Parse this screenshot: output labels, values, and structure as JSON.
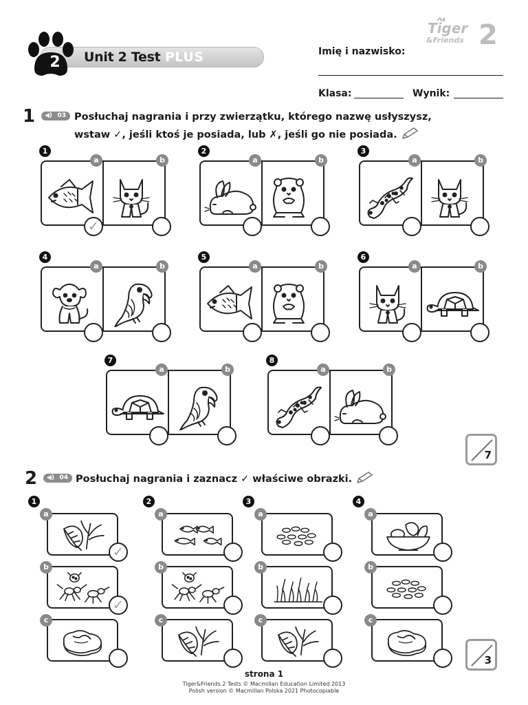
{
  "header": {
    "unit_badge_number": "2",
    "unit_title": "Unit 2 Test",
    "unit_suffix": "PLUS",
    "logo_text_1": "Tiger",
    "logo_text_2": "& Friends",
    "logo_number": "2",
    "name_label": "Imię i nazwisko:",
    "class_label": "Klasa:",
    "score_label": "Wynik:"
  },
  "exercise1": {
    "number": "1",
    "audio_track": "03",
    "instruction_line1": "Posłuchaj nagrania i przy zwierzątku, którego nazwę usłyszysz,",
    "instruction_line2": "wstaw ✓, jeśli ktoś je posiada, lub ✗, jeśli go nie posiada.",
    "option_a": "a",
    "option_b": "b",
    "items": [
      {
        "num": "1",
        "a_icon": "fish-icon",
        "b_icon": "cat-icon",
        "a_mark": "✓",
        "b_mark": ""
      },
      {
        "num": "2",
        "a_icon": "rabbit-icon",
        "b_icon": "hamster-icon",
        "a_mark": "",
        "b_mark": ""
      },
      {
        "num": "3",
        "a_icon": "lizard-icon",
        "b_icon": "cat-icon",
        "a_mark": "",
        "b_mark": ""
      },
      {
        "num": "4",
        "a_icon": "dog-icon",
        "b_icon": "parrot-icon",
        "a_mark": "",
        "b_mark": ""
      },
      {
        "num": "5",
        "a_icon": "fish-icon",
        "b_icon": "hamster-icon",
        "a_mark": "",
        "b_mark": ""
      },
      {
        "num": "6",
        "a_icon": "cat-icon",
        "b_icon": "tortoise-icon",
        "a_mark": "",
        "b_mark": ""
      },
      {
        "num": "7",
        "a_icon": "tortoise-icon",
        "b_icon": "parrot-icon",
        "a_mark": "",
        "b_mark": ""
      },
      {
        "num": "8",
        "a_icon": "lizard-icon",
        "b_icon": "rabbit-icon",
        "a_mark": "",
        "b_mark": ""
      }
    ],
    "max_score": "7"
  },
  "exercise2": {
    "number": "2",
    "audio_track": "04",
    "instruction": "Posłuchaj nagrania i zaznacz ✓ właściwe obrazki.",
    "items": [
      {
        "num": "1",
        "options": [
          {
            "label": "a",
            "icon": "leaves-icon",
            "mark": "✓"
          },
          {
            "label": "b",
            "icon": "insects-icon",
            "mark": "✓"
          },
          {
            "label": "c",
            "icon": "meat-icon",
            "mark": ""
          }
        ]
      },
      {
        "num": "2",
        "options": [
          {
            "label": "a",
            "icon": "fish-food-icon",
            "mark": ""
          },
          {
            "label": "b",
            "icon": "insects-icon",
            "mark": ""
          },
          {
            "label": "c",
            "icon": "leaves-icon",
            "mark": ""
          }
        ]
      },
      {
        "num": "3",
        "options": [
          {
            "label": "a",
            "icon": "seeds-icon",
            "mark": ""
          },
          {
            "label": "b",
            "icon": "grass-icon",
            "mark": ""
          },
          {
            "label": "c",
            "icon": "leaves-icon",
            "mark": ""
          }
        ]
      },
      {
        "num": "4",
        "options": [
          {
            "label": "a",
            "icon": "fruit-bowl-icon",
            "mark": ""
          },
          {
            "label": "b",
            "icon": "seeds-icon",
            "mark": ""
          },
          {
            "label": "c",
            "icon": "meat-icon",
            "mark": ""
          }
        ]
      }
    ],
    "max_score": "3"
  },
  "footer": {
    "page": "strona 1",
    "copyright1": "Tiger&Friends 2 Tests © Macmillan Education Limited 2013",
    "copyright2": "Polish version © Macmillan Polska 2021 Photocopiable"
  },
  "colors": {
    "badge_gray": "#8a8a8a",
    "ink": "#1a1a1a",
    "banner_gray": "#d0d0d0"
  }
}
